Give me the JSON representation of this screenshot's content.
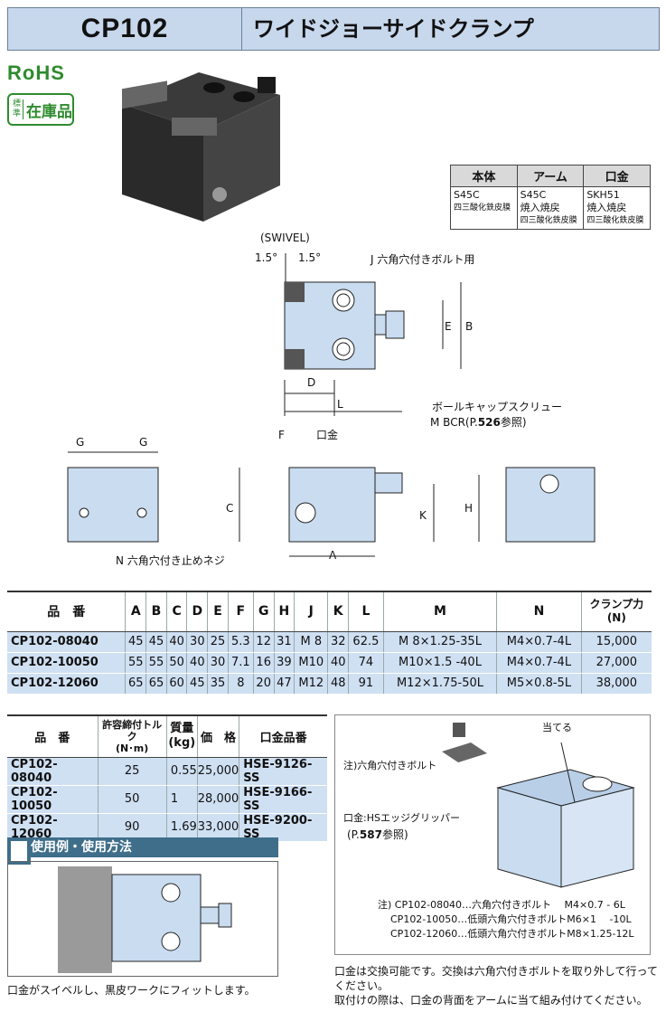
{
  "header": {
    "code": "CP102",
    "title": "ワイドジョーサイドクランプ"
  },
  "badges": {
    "rohs": "RoHS",
    "stock_small": "標準",
    "stock_big": "在庫品"
  },
  "materials": {
    "headers": [
      "本体",
      "アーム",
      "口金"
    ],
    "body": {
      "main": "S45C",
      "sub": "四三酸化鉄皮膜"
    },
    "arm": {
      "l1": "S45C",
      "l2": "焼入焼戻",
      "sub": "四三酸化鉄皮膜"
    },
    "jaw": {
      "l1": "SKH51",
      "l2": "焼入焼戻",
      "sub": "四三酸化鉄皮膜"
    }
  },
  "drawing": {
    "swivel": "(SWIVEL)",
    "swivel_left": "1.5°",
    "swivel_right": "1.5°",
    "j_note": "J 六角穴付きボルト用",
    "ball_cap": "ボールキャップスクリュー",
    "m_bcr": "M BCR(P.",
    "m_bcr_page": "526",
    "m_bcr_end": "参照)",
    "n_note": "N 六角穴付き止めネジ",
    "jaw_label": "口金",
    "dims": {
      "D": "D",
      "L": "L",
      "E": "E",
      "B": "B",
      "G1": "G",
      "G2": "G",
      "F": "F",
      "C": "C",
      "K": "K",
      "A": "A",
      "H": "H"
    }
  },
  "spec_table": {
    "headers": [
      "品　番",
      "A",
      "B",
      "C",
      "D",
      "E",
      "F",
      "G",
      "H",
      "J",
      "K",
      "L",
      "M",
      "N",
      "クランプ力\n(N)"
    ],
    "rows": [
      [
        "CP102-08040",
        "45",
        "45",
        "40",
        "30",
        "25",
        "5.3",
        "12",
        "31",
        "M 8",
        "32",
        "62.5",
        "M 8×1.25-35L",
        "M4×0.7-4L",
        "15,000"
      ],
      [
        "CP102-10050",
        "55",
        "55",
        "50",
        "40",
        "30",
        "7.1",
        "16",
        "39",
        "M10",
        "40",
        "74",
        "M10×1.5 -40L",
        "M4×0.7-4L",
        "27,000"
      ],
      [
        "CP102-12060",
        "65",
        "65",
        "60",
        "45",
        "35",
        "8",
        "20",
        "47",
        "M12",
        "48",
        "91",
        "M12×1.75-50L",
        "M5×0.8-5L",
        "38,000"
      ]
    ]
  },
  "price_table": {
    "headers": [
      "品　番",
      "許容締付トルク\n(N･m)",
      "質量\n(kg)",
      "価　格",
      "口金品番"
    ],
    "rows": [
      [
        "CP102-08040",
        "25",
        "0.55",
        "25,000",
        "HSE-9126-SS"
      ],
      [
        "CP102-10050",
        "50",
        "1",
        "28,000",
        "HSE-9166-SS"
      ],
      [
        "CP102-12060",
        "90",
        "1.69",
        "33,000",
        "HSE-9200-SS"
      ]
    ]
  },
  "usage": {
    "title": "使用例・使用方法",
    "caption": "口金がスイベルし、黒皮ワークにフィットします。"
  },
  "note_diagram": {
    "hit": "当てる",
    "bolt": "注)六角穴付きボルト",
    "gripper": "口金:HSエッジグリッパー",
    "gripper_ref": "(P.",
    "gripper_page": "587",
    "gripper_ref_end": "参照)",
    "notes": [
      "注) CP102-08040…六角穴付きボルト　 M4×0.7  -  6L",
      "CP102-10050…低頭六角穴付きボルトM6×1　 -10L",
      "CP102-12060…低頭六角穴付きボルトM8×1.25-12L"
    ]
  },
  "footer_note": {
    "line1": "口金は交換可能です。交換は六角穴付きボルトを取り外して行ってください。",
    "line2": "取付けの際は、口金の背面をアームに当て組み付けてください。"
  }
}
